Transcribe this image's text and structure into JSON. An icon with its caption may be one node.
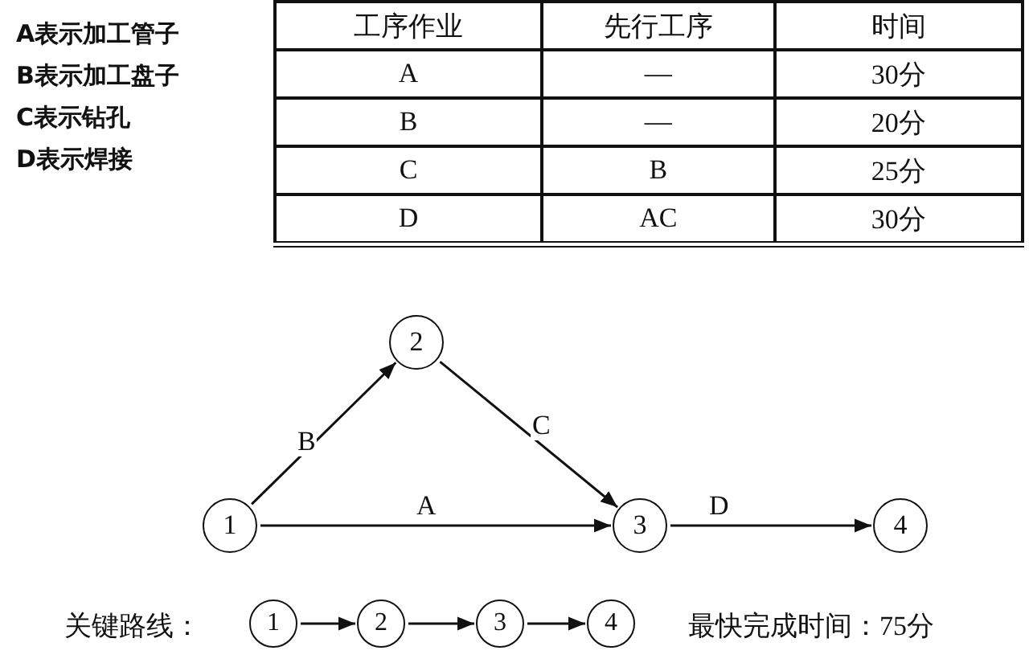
{
  "diagram": {
    "nodes": [
      {
        "text": [
          "1"
        ]
      },
      {
        "text": [
          "2"
        ]
      },
      {
        "text": [
          "3"
        ]
      },
      {
        "text": [
          "4"
        ]
      },
      {
        "text": [
          "1"
        ]
      },
      {
        "text": [
          "2"
        ]
      },
      {
        "text": [
          "3"
        ]
      },
      {
        "text": [
          "4"
        ]
      }
    ],
    "edges": [
      {
        "from": 0,
        "to": 1,
        "arrow": "to",
        "label": "B"
      },
      {
        "from": 1,
        "to": 2,
        "arrow": "to",
        "label": "C"
      },
      {
        "from": 0,
        "to": 2,
        "arrow": "to",
        "label": "A"
      },
      {
        "from": 2,
        "to": 3,
        "arrow": "to",
        "label": "D"
      },
      {
        "from": 4,
        "to": 5,
        "arrow": "to"
      },
      {
        "from": 5,
        "to": 6,
        "arrow": "to"
      },
      {
        "from": 6,
        "to": 7,
        "arrow": "to"
      }
    ],
    "labels": [
      "A表示加工管子",
      "B表示加工盘子",
      "C表示钻孔",
      "D表示焊接",
      "工序作业",
      "先行工序",
      "时间",
      "A",
      "—",
      "30分",
      "B",
      "—",
      "20分",
      "C",
      "B",
      "25分",
      "D",
      "AC",
      "30分",
      "关键路线：",
      "最快完成时间：75分"
    ]
  }
}
